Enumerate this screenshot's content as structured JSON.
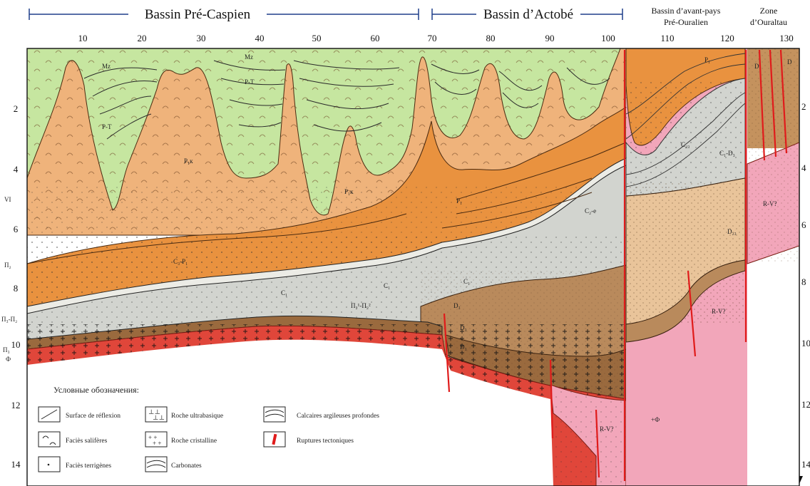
{
  "header": {
    "basins": [
      {
        "label": "Bassin Pré-Caspien"
      },
      {
        "label": "Bassin d’Actobé"
      }
    ],
    "foreland": {
      "line1": "Bassin d’avant-pays",
      "line2": "Pré-Ouralien"
    },
    "zone": {
      "line1": "Zone",
      "line2": "d’Ouraltau"
    }
  },
  "axes": {
    "x_ticks": [
      "10",
      "20",
      "30",
      "40",
      "50",
      "60",
      "70",
      "80",
      "90",
      "100",
      "110",
      "120",
      "130"
    ],
    "y_ticks_left": [
      "2",
      "4",
      "6",
      "8",
      "10",
      "12",
      "14"
    ],
    "y_ticks_right": [
      "2",
      "4",
      "6",
      "8",
      "10",
      "12",
      "14"
    ],
    "horizon_labels": [
      "VI",
      "П₂",
      "П₃-П₂",
      "П₃",
      "Ф"
    ]
  },
  "units": {
    "Mz_a": "Mz",
    "Mz_b": "Mz",
    "PT_a": "P-T",
    "PT_b": "P-T",
    "P1k_a": "P₁к",
    "P1k_b": "P₁к",
    "P1_a": "P₁",
    "P1_b": "P₁",
    "C3P1": "C₃-P₁",
    "C1_a": "C₁",
    "C1_b": "C₁",
    "C1_c": "C₁",
    "C2e": "C₂-e",
    "C23": "C₂₃",
    "C1D3": "C₁-D₃",
    "PP": "П₂¹-П₂²",
    "D3_a": "D₃",
    "D3_b": "D₃",
    "D3_c": "D₃",
    "D23": "D₂₃",
    "D_a": "D",
    "D_b": "D",
    "RV_a": "R-V?",
    "RV_b": "R-V?",
    "RV_c": "R-V?",
    "Phi": "+Ф"
  },
  "legend": {
    "title": "Условные обозначения:",
    "items": [
      {
        "label": "Surface de réflexion"
      },
      {
        "label": "Roche ultrabasique"
      },
      {
        "label": "Calcaires argileuses profondes"
      },
      {
        "label": "Faciès salifères"
      },
      {
        "label": "Roche cristalline"
      },
      {
        "label": "Ruptures tectoniques"
      },
      {
        "label": "Faciès terrigènes"
      },
      {
        "label": "Carbonates"
      }
    ]
  },
  "colors": {
    "mesozoic_green": "#c6e6a0",
    "salt_orange": "#efb37b",
    "terrigenous_orange": "#e9923f",
    "carbonate_grey": "#d2d4cf",
    "devonian_brown": "#b98a5c",
    "devonian_dark": "#9a6a3e",
    "basement_red": "#e0463a",
    "riphean_pink": "#f2a6ba",
    "fault_red": "#e01b1b"
  }
}
